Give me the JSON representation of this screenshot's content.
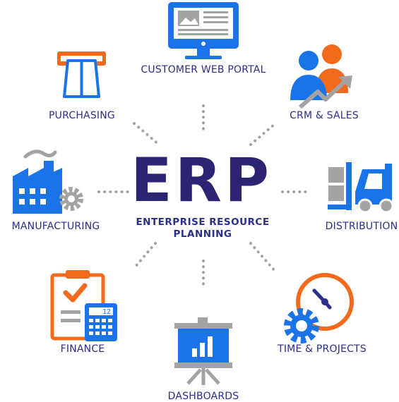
{
  "center": {
    "title": "ERP",
    "subtitle_line1": "ENTERPRISE RESOURCE",
    "subtitle_line2": "PLANNING"
  },
  "nodes": {
    "customer_web_portal": "CUSTOMER WEB PORTAL",
    "purchasing": "PURCHASING",
    "crm_sales": "CRM & SALES",
    "manufacturing": "MANUFACTURING",
    "distribution": "DISTRIBUTION",
    "finance": "FINANCE",
    "time_projects": "TIME & PROJECTS",
    "dashboards": "DASHBOARDS"
  },
  "icons": {
    "calculator_display": "12"
  },
  "colors": {
    "navy": "#2b2473",
    "label": "#2b2f8a",
    "blue": "#1b73e8",
    "orange": "#f26b1d",
    "gray": "#a3a3a3"
  }
}
